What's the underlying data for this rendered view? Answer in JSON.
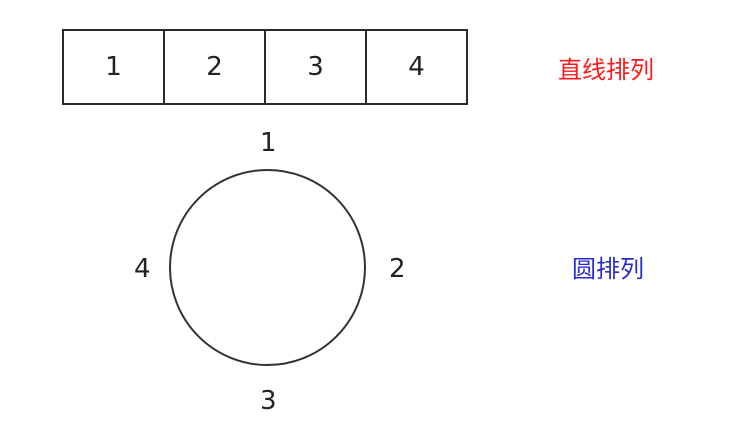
{
  "linear": {
    "cells": [
      "1",
      "2",
      "3",
      "4"
    ],
    "label": "直线排列",
    "label_color": "#ff1a1a"
  },
  "circular": {
    "positions": {
      "top": "1",
      "right": "2",
      "bottom": "3",
      "left": "4"
    },
    "label": "圆排列",
    "label_color": "#2a2ad0"
  }
}
